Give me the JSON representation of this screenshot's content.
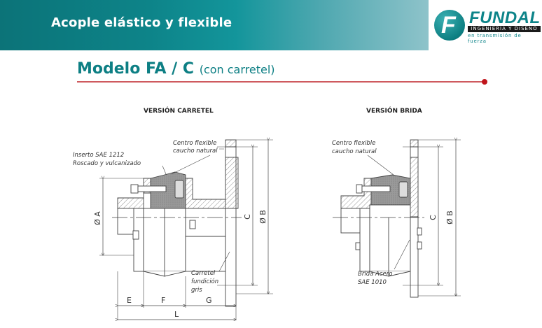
{
  "header": {
    "title": "Acople elástico y flexible",
    "colors": {
      "banner_start": "#0c7378",
      "banner_end": "#8ec3ca",
      "accent_red": "#c0141b"
    }
  },
  "logo": {
    "letter": "F",
    "name": "FUNDAL",
    "tagline": "INGENIERÍA Y DISEÑO",
    "subtitle": "en transmisión de fuerza"
  },
  "model": {
    "title": "Modelo FA / C",
    "subtitle": "(con carretel)"
  },
  "carretel": {
    "title": "VERSIÓN CARRETEL",
    "labels": {
      "centro_1": "Centro flexible",
      "centro_2": "caucho natural",
      "inserto_1": "Inserto SAE 1212",
      "inserto_2": "Roscado y vulcanizado",
      "carretel_1": "Carretel",
      "carretel_2": "fundición",
      "carretel_3": "gris"
    },
    "dims": {
      "a": "Ø A",
      "b": "Ø B",
      "c": "C",
      "e": "E",
      "f": "F",
      "g": "G",
      "l": "L"
    }
  },
  "brida": {
    "title": "VERSIÓN BRIDA",
    "labels": {
      "centro_1": "Centro flexible",
      "centro_2": "caucho natural",
      "brida_1": "Brida Acero",
      "brida_2": "SAE 1010"
    },
    "dims": {
      "b": "Ø B",
      "c": "C"
    }
  }
}
